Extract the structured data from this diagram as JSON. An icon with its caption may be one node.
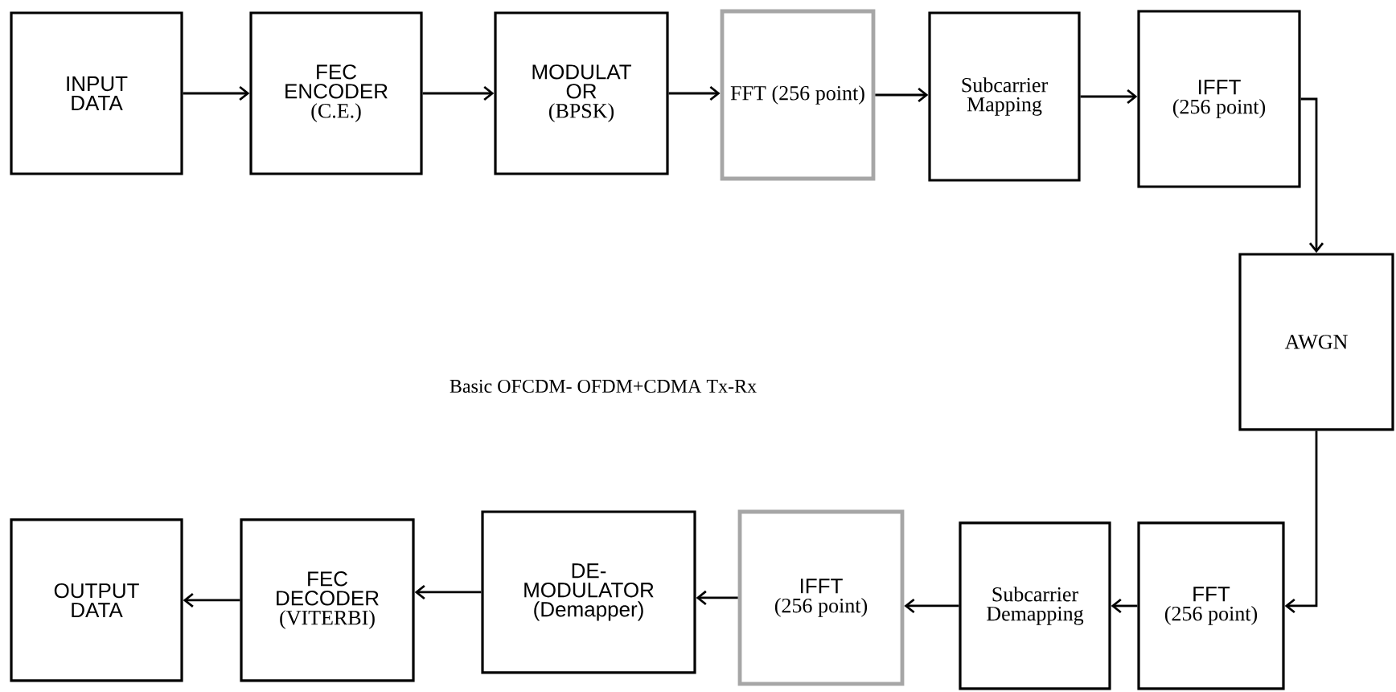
{
  "diagram": {
    "nodes": [
      {
        "text": [
          "INPUT DATA"
        ]
      },
      {
        "text": [
          "FEC ENCODER",
          "(C.E.)"
        ]
      },
      {
        "text": [
          "MODULAT OR",
          "(BPSK)"
        ]
      },
      {
        "text": [
          "FFT (256 point)"
        ]
      },
      {
        "text": [
          "Subcarrier Mapping"
        ]
      },
      {
        "text": [
          "IFFT",
          "(256 point)"
        ]
      },
      {
        "text": [
          "AWGN"
        ]
      },
      {
        "text": [
          "FFT",
          "(256 point)"
        ]
      },
      {
        "text": [
          "Subcarrier Demapping"
        ]
      },
      {
        "text": [
          "IFFT",
          "(256 point)"
        ]
      },
      {
        "text": [
          "DE- MODULATOR",
          "(Demapper)"
        ]
      },
      {
        "text": [
          "FEC DECODER",
          "(VITERBI)"
        ]
      },
      {
        "text": [
          "OUTPUT DATA"
        ]
      }
    ],
    "edges": [
      {
        "from": 0,
        "to": 1,
        "arrow": "to"
      },
      {
        "from": 1,
        "to": 2,
        "arrow": "to"
      },
      {
        "from": 2,
        "to": 3,
        "arrow": "to"
      },
      {
        "from": 3,
        "to": 4,
        "arrow": "to"
      },
      {
        "from": 4,
        "to": 5,
        "arrow": "to"
      },
      {
        "from": 5,
        "to": 6,
        "arrow": "to"
      },
      {
        "from": 6,
        "to": 7,
        "arrow": "to"
      },
      {
        "from": 7,
        "to": 8,
        "arrow": "to"
      },
      {
        "from": 8,
        "to": 9,
        "arrow": "to"
      },
      {
        "from": 9,
        "to": 10,
        "arrow": "to"
      },
      {
        "from": 10,
        "to": 11,
        "arrow": "to"
      },
      {
        "from": 11,
        "to": 12,
        "arrow": "to"
      }
    ],
    "labels": [
      "Basic OFCDM- OFDM+CDMA Tx-Rx"
    ]
  }
}
